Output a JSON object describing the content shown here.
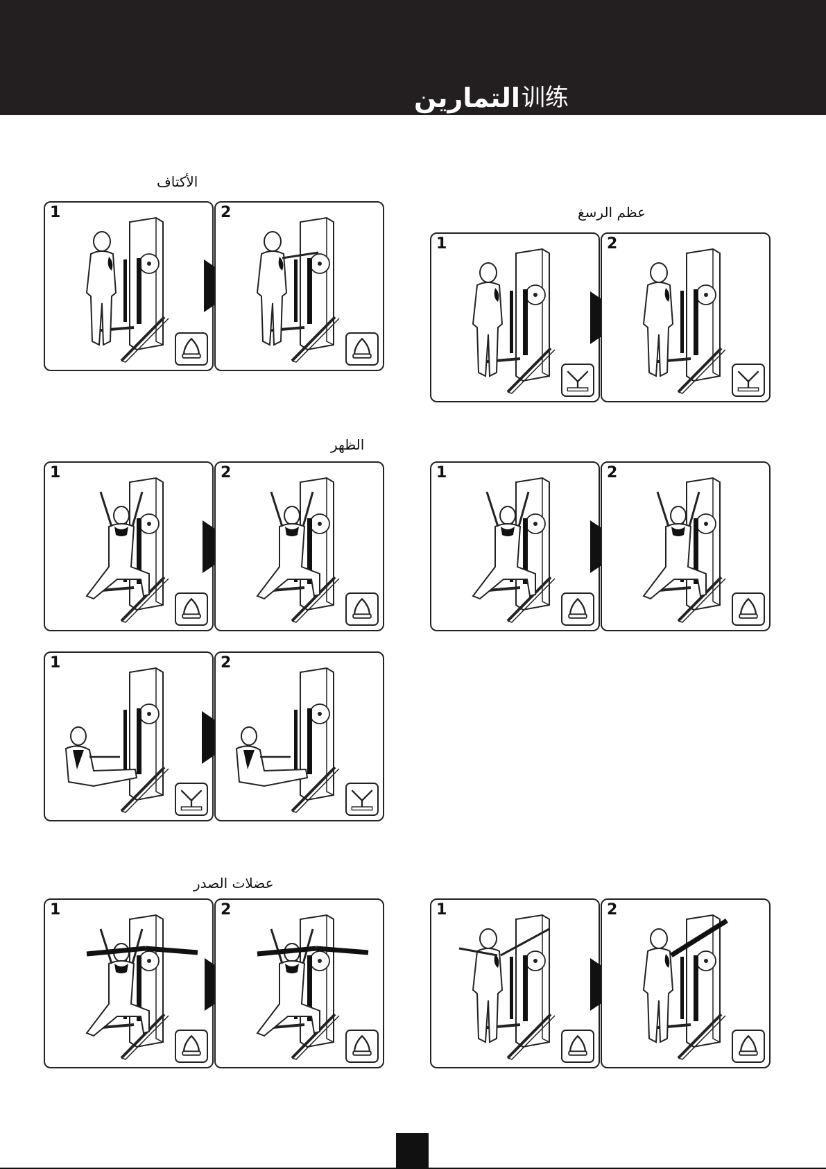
{
  "header": {
    "title_ar": "التمارين",
    "title_zh": "训练"
  },
  "sections": {
    "shoulders": "الأكتاف",
    "wrist": "عظم الرسغ",
    "back": "الظهر",
    "chest": "عضلات الصدر"
  },
  "steps": {
    "one": "1",
    "two": "2"
  },
  "icons": {
    "handle": "handle-attachment-icon",
    "rope": "rope-attachment-icon",
    "next": "play-arrow-icon"
  },
  "colors": {
    "header_bg": "#231f20",
    "ink": "#111111"
  }
}
